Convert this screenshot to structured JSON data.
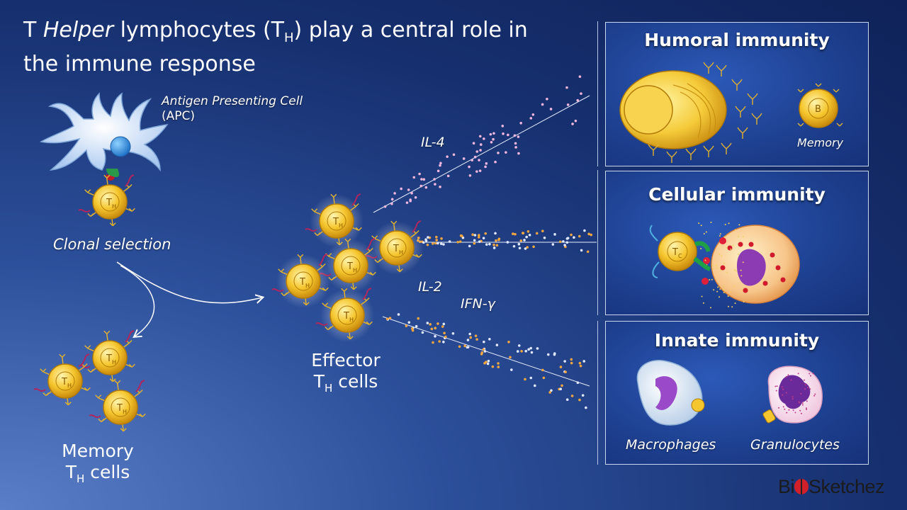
{
  "title": {
    "prefix": "T ",
    "italic": "Helper",
    "middle": " lymphocytes (T",
    "sub": "H",
    "suffix": ") play a central role in",
    "line2": "the immune response"
  },
  "apc": {
    "label": "Antigen Presenting Cell",
    "abbr": "(APC)"
  },
  "clonal_selection": "Clonal selection",
  "memory_cells": {
    "line1": "Memory",
    "t": "T",
    "sub": "H",
    "rest": " cells"
  },
  "effector_cells": {
    "line1": "Effector",
    "t": "T",
    "sub": "H",
    "rest": " cells"
  },
  "cell_marker": {
    "t": "T",
    "h": "H",
    "c": "C",
    "b": "B"
  },
  "cytokines": {
    "il4": "IL-4",
    "il2": "IL-2",
    "ifn": "IFN-γ"
  },
  "panels": {
    "humoral": {
      "title": "Humoral immunity",
      "memory": "Memory"
    },
    "cellular": {
      "title": "Cellular immunity"
    },
    "innate": {
      "title": "Innate immunity",
      "macrophages": "Macrophages",
      "granulocytes": "Granulocytes"
    }
  },
  "logo": {
    "pre": "Bi",
    "post": "Sketchez"
  },
  "colors": {
    "t_cell": "#f2c12e",
    "il4_dots": "#f0b6de",
    "orange_dots": "#f3a640",
    "white_dots": "#dfe8ff"
  }
}
